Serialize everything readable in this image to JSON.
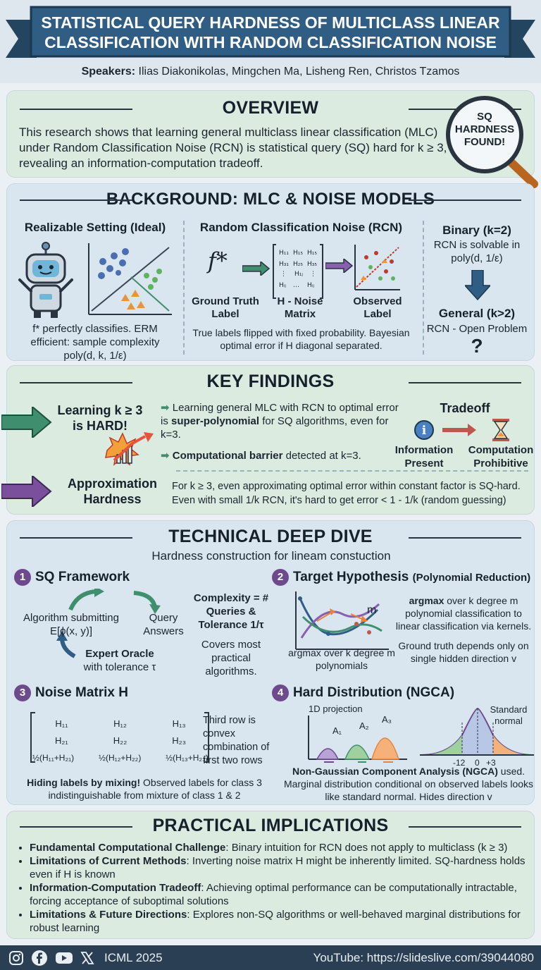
{
  "header": {
    "title_line1": "STATISTICAL QUERY HARDNESS OF MULTICLASS LINEAR",
    "title_line2": "CLASSIFICATION WITH RANDOM CLASSIFICATION NOISE",
    "speakers_label": "Speakers:",
    "speakers": "Ilias Diakonikolas, Mingchen Ma, Lisheng Ren, Christos Tzamos"
  },
  "overview": {
    "title": "OVERVIEW",
    "text": "This research shows that learning general multiclass linear classification (MLC) under Random Classification Noise (RCN) is statistical query (SQ) hard for k ≥ 3, revealing an information-computation tradeoff.",
    "badge": [
      "SQ",
      "HARDNESS",
      "FOUND!"
    ]
  },
  "background": {
    "title": "BACKGROUND: MLC & NOISE MODELS",
    "realizable_title": "Realizable Setting (Ideal)",
    "realizable_text": "f* perfectly classifies. ERM efficient: sample complexity poly(d, k, 1/ε)",
    "rcn_title": "Random Classification Noise (RCN)",
    "fstar": "f*",
    "gt_label": "Ground Truth Label",
    "h_label": "H - Noise Matrix",
    "obs_label": "Observed Label",
    "rcn_text": "True labels flipped with fixed probability. Bayesian optimal error if H diagonal separated.",
    "binary_title": "Binary (k=2)",
    "binary_text": "RCN is solvable in poly(d, 1/ε)",
    "general_title": "General (k>2)",
    "general_text": "RCN - Open Problem",
    "question": "?"
  },
  "findings": {
    "title": "KEY FINDINGS",
    "hard_label": "Learning k ≥ 3 is HARD!",
    "bullet1_pre": "Learning general MLC with RCN to optimal error is ",
    "bullet1_bold": "super-polynomial",
    "bullet1_post": " for SQ algorithms, even for k=3.",
    "bullet2_bold": "Computational barrier",
    "bullet2_post": " detected at k=3.",
    "tradeoff_title": "Tradeoff",
    "info_label": "Information Present",
    "comp_label": "Computation Prohibitive",
    "approx_label": "Approximation Hardness",
    "approx_text1": "For k ≥ 3, even approximating optimal error within constant factor is SQ-hard.",
    "approx_text2": "Even with small 1/k RCN, it's hard to get error < 1 - 1/k (random guessing)"
  },
  "deepdive": {
    "title": "TECHNICAL DEEP DIVE",
    "subtitle": "Hardness construction for lineam constuction",
    "s1_num": "1",
    "s1_title": "SQ Framework",
    "s1_alg": "Algorithm submitting E[ϕ(x, y)]",
    "s1_query": "Query Answers",
    "s1_oracle": "Expert Oracle",
    "s1_tol": "with tolerance τ",
    "s1_complexity": "Complexity = # Queries & Tolerance 1/τ",
    "s1_covers": "Covers most practical algorithms.",
    "s2_num": "2",
    "s2_title": "Target Hypothesis",
    "s2_title_small": "(Polynomial Reduction)",
    "s2_m": "m",
    "s2_caption": "argmax over k degree m polynomials",
    "s2_text_bold": "argmax",
    "s2_text": " over k degree m polynomial classification to linear classification via kernels.",
    "s2_text2": "Ground truth depends only on single hidden direction v",
    "s3_num": "3",
    "s3_title": "Noise Matrix H",
    "s3_matrix": [
      [
        "H₁₁",
        "H₁₂",
        "H₁₃"
      ],
      [
        "H₂₁",
        "H₂₂",
        "H₂₃"
      ],
      [
        "½(H₁₁+H₂₁)",
        "½(H₁₂+H₂₂)",
        "½(H₁₃+H₂₃)"
      ]
    ],
    "s3_side": "Third row is convex combination of first two rows",
    "s3_text_bold": "Hiding labels by mixing!",
    "s3_text": " Observed labels for class 3 indistinguishable from mixture of class 1 & 2",
    "s4_num": "4",
    "s4_title": "Hard Distribution (NGCA)",
    "s4_proj": "1D projection",
    "s4_a1": "A₁",
    "s4_a2": "A₂",
    "s4_a3": "A₃",
    "s4_std": "Standard normal",
    "s4_ticks": [
      "-12",
      "0",
      "+3"
    ],
    "s4_text_bold": "Non-Gaussian Component Analysis (NGCA)",
    "s4_text": " used. Marginal distribution conditional on observed labels looks like standard normal. Hides direction v"
  },
  "implications": {
    "title": "PRACTICAL IMPLICATIONS",
    "items": [
      {
        "bold": "Fundamental Computational Challenge",
        "text": ": Binary intuition for RCN does not apply to multiclass (k ≥ 3)"
      },
      {
        "bold": "Limitations of Current Methods",
        "text": ": Inverting noise matrix H might be inherently limited. SQ-hardness holds even if H is known"
      },
      {
        "bold": "Information-Computation Tradeoff",
        "text": ": Achieving optimal performance can be computationally intractable, forcing acceptance of suboptimal solutions"
      },
      {
        "bold": "Limitations & Future Directions",
        "text": ": Explores non-SQ algorithms or well-behaved marginal distributions for robust learning"
      }
    ]
  },
  "footer": {
    "conference": "ICML 2025",
    "youtube": "YouTube: https://slideslive.com/39044080",
    "social_icons": [
      "instagram-icon",
      "facebook-icon",
      "youtube-icon",
      "x-icon"
    ]
  },
  "colors": {
    "banner": "#2f5d84",
    "panel_green": "#dcebdf",
    "panel_blue": "#d9e6ef",
    "accent_purple": "#6d4a8c",
    "accent_green": "#3f8f6f",
    "footer": "#2b3f54"
  }
}
